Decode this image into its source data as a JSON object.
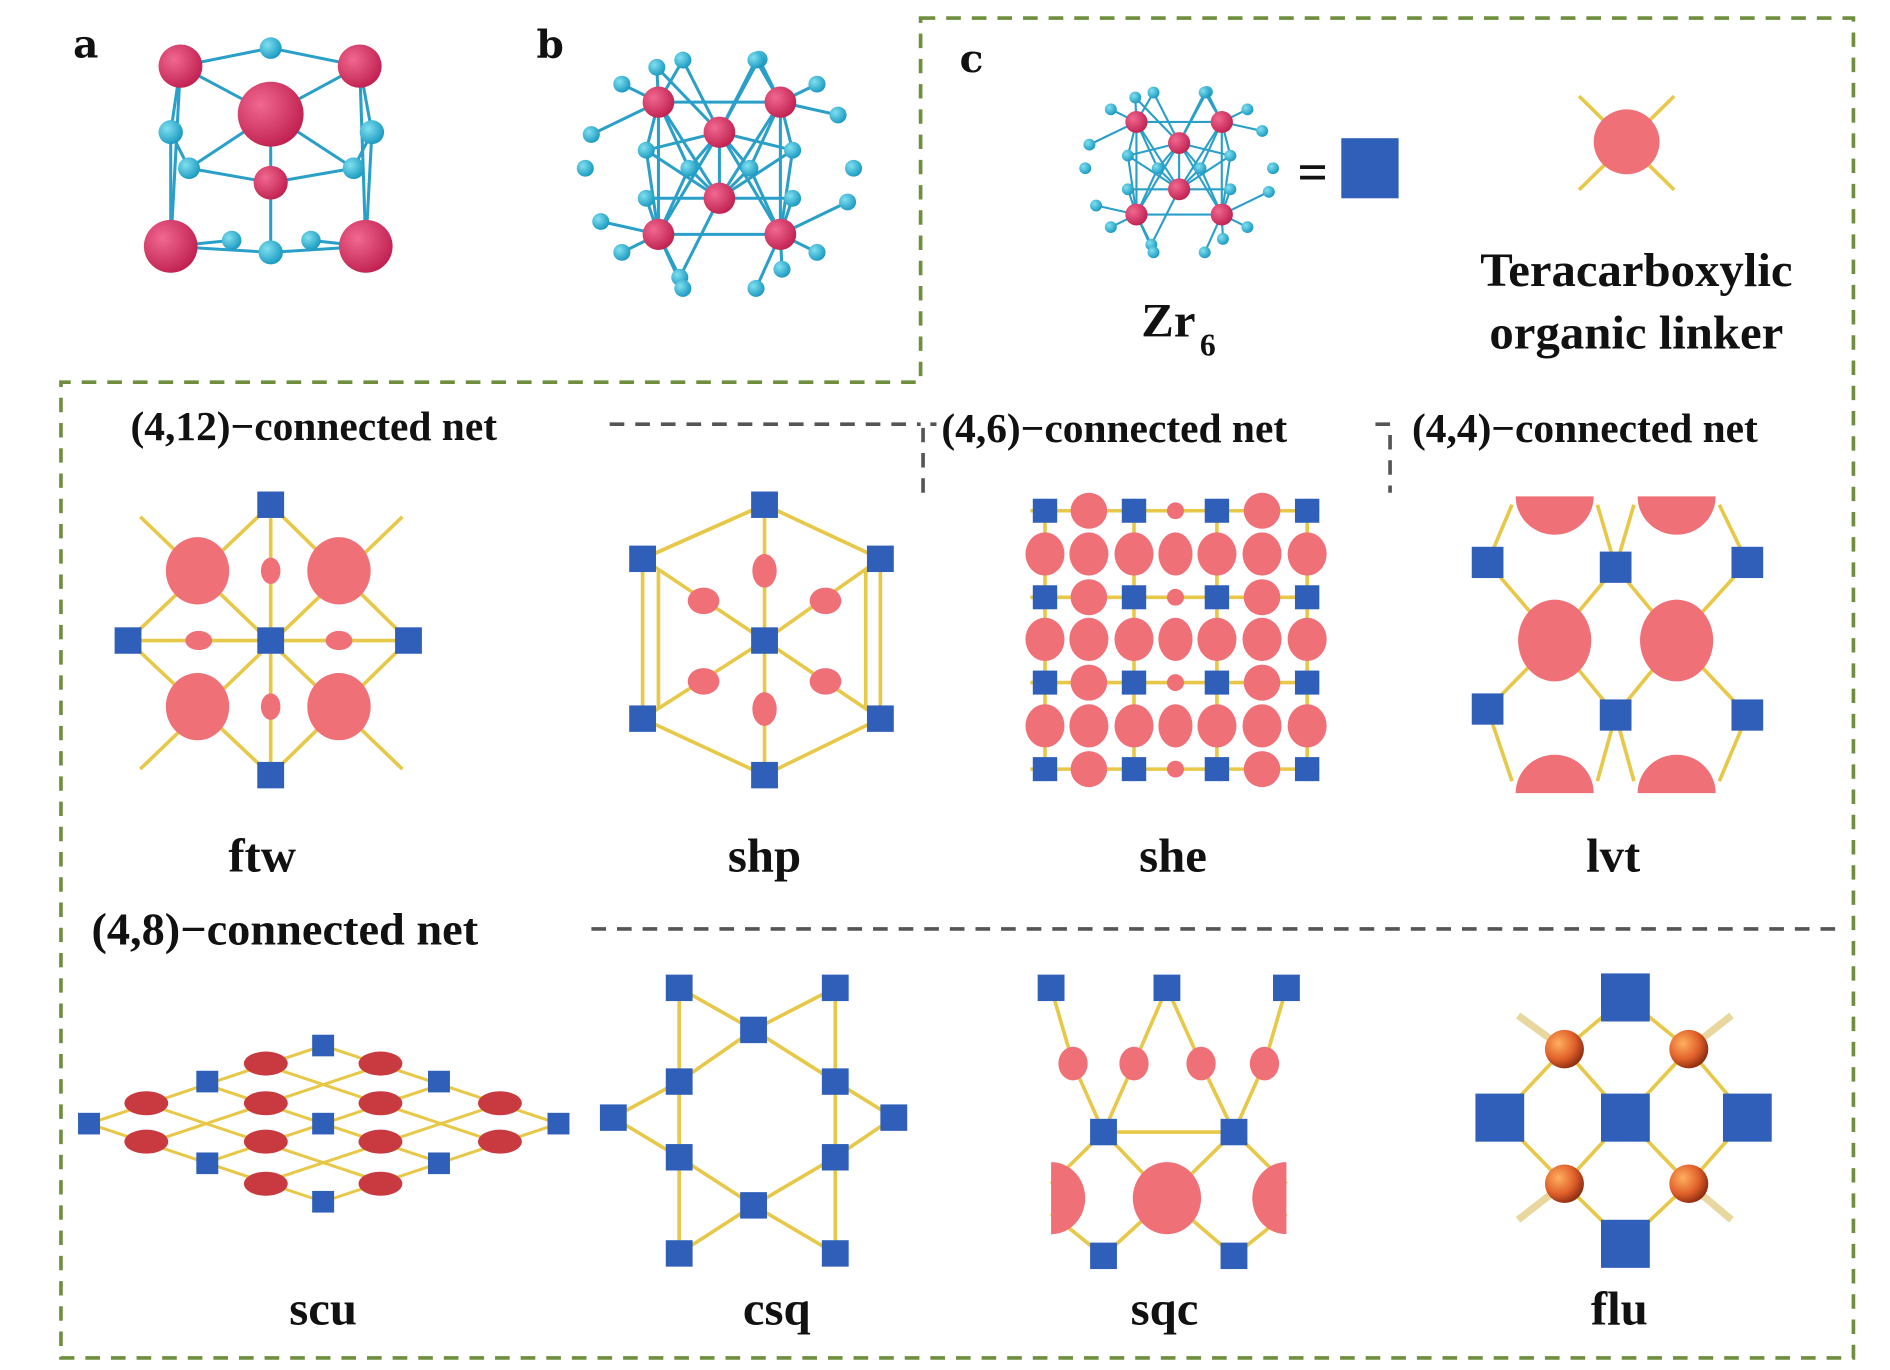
{
  "panels": {
    "a": "a",
    "b": "b",
    "c": "c"
  },
  "legend": {
    "zr6_label": "Zr",
    "zr6_sub": "6",
    "equals": "=",
    "linker_line1": "Teracarboxylic",
    "linker_line2": "organic linker"
  },
  "groups": {
    "g412": "(4,12)−connected net",
    "g46": "(4,6)−connected net",
    "g44": "(4,4)−connected net",
    "g48": "(4,8)−connected net"
  },
  "nets": [
    "ftw",
    "shp",
    "she",
    "lvt",
    "scu",
    "csq",
    "sqc",
    "flu"
  ],
  "colors": {
    "node": "#2f5fb8",
    "linker": "#f07078",
    "edge": "#e8c848",
    "zr": "#d8406a",
    "oxygen": "#30b8d8",
    "frame_green": "#6f8f3f",
    "frame_gray": "#555555"
  }
}
